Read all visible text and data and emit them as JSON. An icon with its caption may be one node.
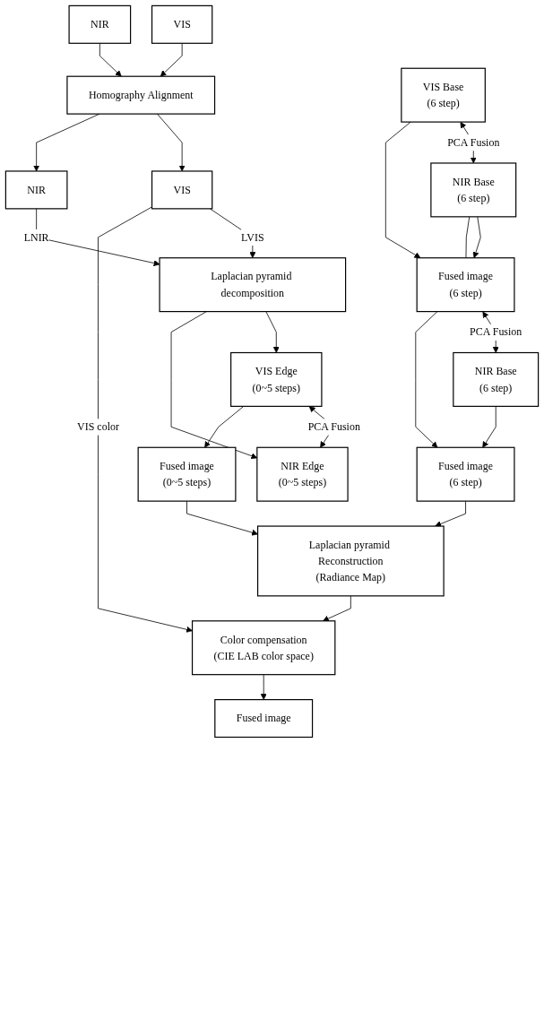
{
  "diagram": {
    "nodes": [
      {
        "text": [
          "VIS"
        ]
      },
      {
        "text": [
          "NIR"
        ]
      },
      {
        "text": [
          "Homography Alignment"
        ]
      },
      {
        "text": [
          "VIS"
        ]
      },
      {
        "text": [
          "NIR"
        ]
      },
      {
        "text": [
          "Laplacian pyramid decomposition"
        ]
      },
      {
        "text": [
          "VIS Edge",
          "(0~5 steps)"
        ]
      },
      {
        "text": [
          "NIR Edge",
          "(0~5 steps)"
        ]
      },
      {
        "text": [
          "VIS Base",
          "(6 step)"
        ]
      },
      {
        "text": [
          "NIR Base",
          "(6 step)"
        ]
      },
      {
        "text": [
          "Fused image",
          "(0~5 steps)"
        ]
      },
      {
        "text": [
          "Fused image",
          "(6 step)"
        ]
      },
      {
        "text": [
          "NIR Base",
          "(6 step)"
        ]
      },
      {
        "text": [
          "Fused image",
          "(6 step)"
        ]
      },
      {
        "text": [
          "Laplacian pyramid Reconstruction",
          "(Radiance Map)"
        ]
      },
      {
        "text": [
          "Color compensation",
          "(CIE LAB color space)"
        ]
      },
      {
        "text": [
          "Fused image"
        ]
      }
    ],
    "edges": [
      {
        "from": 0,
        "to": 2,
        "arrow": "to"
      },
      {
        "from": 1,
        "to": 2,
        "arrow": "to"
      },
      {
        "from": 2,
        "to": 3,
        "arrow": "to"
      },
      {
        "from": 2,
        "to": 4,
        "arrow": "to"
      },
      {
        "from": 3,
        "to": 5,
        "arrow": "to",
        "label": "LVIS"
      },
      {
        "from": 4,
        "to": 5,
        "arrow": "to",
        "label": "LNIR"
      },
      {
        "from": 5,
        "to": 6,
        "arrow": "to"
      },
      {
        "from": 5,
        "to": 7,
        "arrow": "to"
      },
      {
        "from": 6,
        "to": 7,
        "arrow": "both",
        "label": "PCA Fusion"
      },
      {
        "from": 8,
        "to": 9,
        "arrow": "both",
        "label": "PCA Fusion"
      },
      {
        "from": 8,
        "to": 11,
        "arrow": "to"
      },
      {
        "from": 9,
        "to": 11,
        "arrow": "to"
      },
      {
        "from": 9,
        "to": 11,
        "arrow": "none"
      },
      {
        "from": 11,
        "to": 12,
        "arrow": "both",
        "label": "PCA Fusion"
      },
      {
        "from": 11,
        "to": 13,
        "arrow": "to"
      },
      {
        "from": 12,
        "to": 13,
        "arrow": "to"
      },
      {
        "from": 6,
        "to": 10,
        "arrow": "to"
      },
      {
        "from": 10,
        "to": 14,
        "arrow": "to"
      },
      {
        "from": 13,
        "to": 14,
        "arrow": "to"
      },
      {
        "from": 14,
        "to": 15,
        "arrow": "to"
      },
      {
        "from": 3,
        "to": 15,
        "arrow": "to",
        "label": "VIS color"
      },
      {
        "from": 15,
        "to": 16,
        "arrow": "to"
      }
    ]
  }
}
